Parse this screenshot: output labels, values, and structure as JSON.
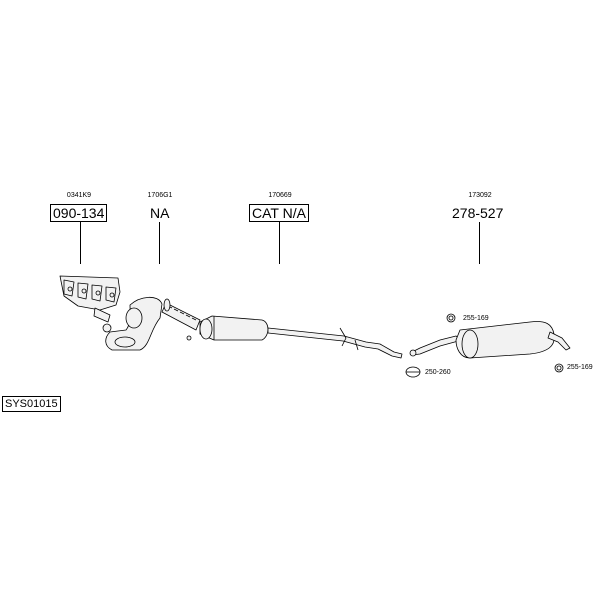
{
  "parts": [
    {
      "code": "0341K9",
      "label": "090-134",
      "boxed": true
    },
    {
      "code": "1706G1",
      "label": "NA",
      "boxed": false
    },
    {
      "code": "170669",
      "label": "CAT N/A",
      "boxed": true
    },
    {
      "code": "173092",
      "label": "278-527",
      "boxed": false
    }
  ],
  "small_parts": {
    "hanger_top": "255-169",
    "hanger_right": "255-169",
    "clamp": "250-260"
  },
  "system_code": "SYS01015"
}
